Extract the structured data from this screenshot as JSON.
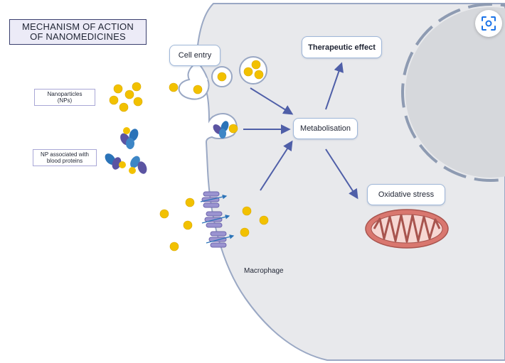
{
  "title": {
    "line1": "MECHANISM OF ACTION",
    "line2": "OF NANOMEDICINES"
  },
  "labels": {
    "nanoparticles_line1": "Nanoparticles",
    "nanoparticles_line2": "(NPs)",
    "np_blood_line1": "NP associated with",
    "np_blood_line2": "blood proteins",
    "cell_entry": "Cell entry",
    "therapeutic_effect": "Therapeutic effect",
    "metabolisation": "Metabolisation",
    "oxidative_stress": "Oxidative stress",
    "macrophage": "Macrophage"
  },
  "icons": {
    "lens": "lens-search-icon"
  },
  "colors": {
    "nanoparticle": "#f2c100",
    "cell_fill": "#e8e9ec",
    "cell_outline": "#9aa8c4",
    "nucleus": "#d6d8dc",
    "arrow": "#4f5fa8",
    "protein_blue": "#2b73b8",
    "protein_purple": "#5b54a2",
    "mitochondria": "#d9776f"
  }
}
